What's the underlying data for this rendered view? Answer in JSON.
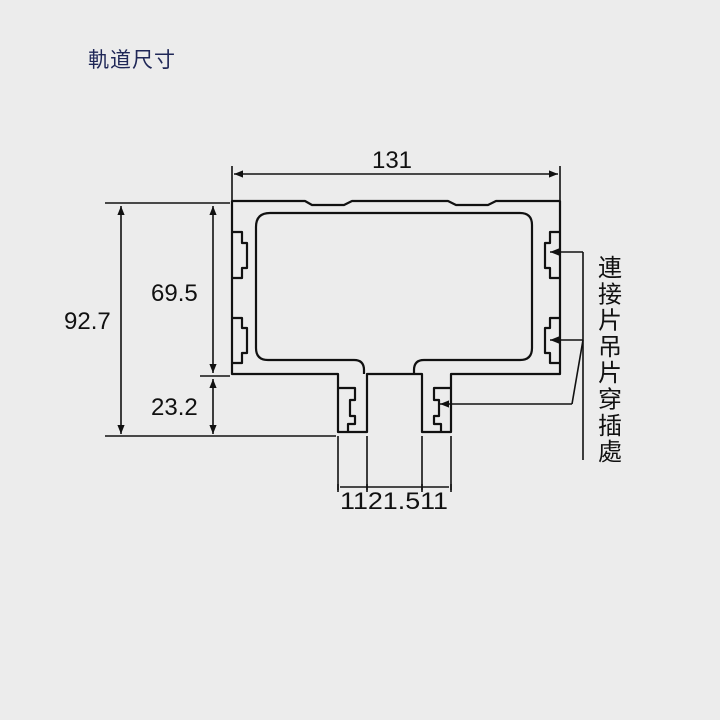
{
  "title": "軌道尺寸",
  "dimensions": {
    "overall_width": "131",
    "total_height": "92.7",
    "upper_height": "69.5",
    "lower_height": "23.2",
    "bottom_widths": "1121.511"
  },
  "note_label": "連接片吊片穿插處",
  "colors": {
    "background": "#ececec",
    "line": "#111111",
    "title": "#1f2757"
  }
}
